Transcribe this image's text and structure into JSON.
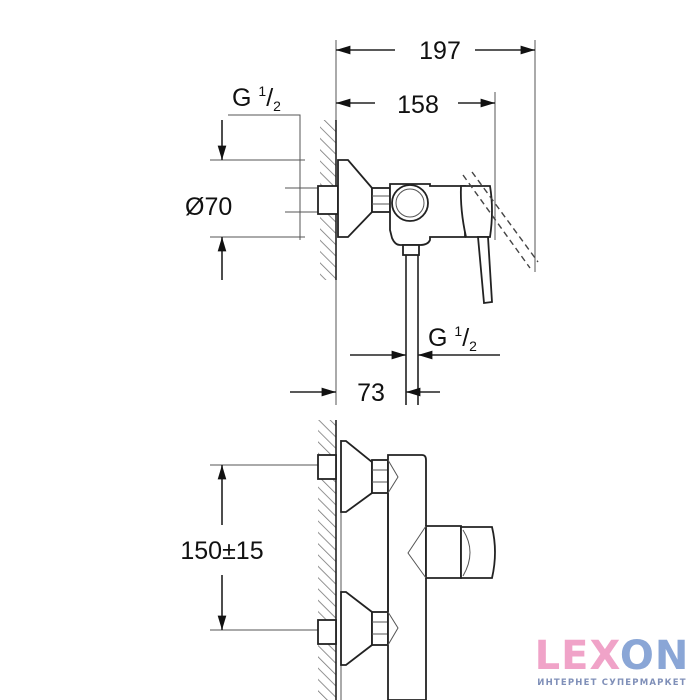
{
  "dimensions": {
    "overall_depth": "197",
    "body_depth": "158",
    "thread_inlet": {
      "base": "G ",
      "num": "1",
      "slash": "/",
      "den": "2"
    },
    "escutcheon_diameter": "Ø70",
    "thread_outlet": {
      "base": "G ",
      "num": "1",
      "slash": "/",
      "den": "2"
    },
    "outlet_offset": "73",
    "center_distance": "150±15"
  },
  "watermark": {
    "brand_pink": "LEX",
    "brand_blue": "ON",
    "tagline": "ИНТЕРНЕТ СУПЕРМАРКЕТ"
  },
  "colors": {
    "pink": "#f0a3c8",
    "blue": "#8aa6d6"
  }
}
